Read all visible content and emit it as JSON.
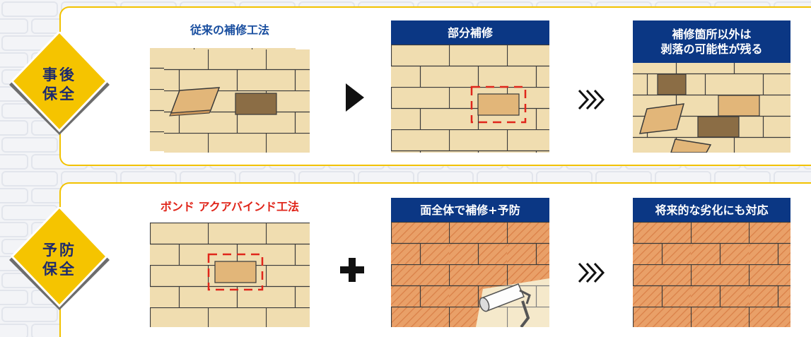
{
  "rows": [
    {
      "badge_line1": "事後",
      "badge_line2": "保全",
      "step1_caption": "従来の補修工法",
      "step2_banner": "部分補修",
      "step3_banner_line1": "補修箇所以外は",
      "step3_banner_line2": "剥落の可能性が残る"
    },
    {
      "badge_line1": "予防",
      "badge_line2": "保全",
      "step1_caption": "ボンド アクアバインド工法",
      "step2_banner": "面全体で補修+予防",
      "step3_banner": "将来的な劣化にも対応"
    }
  ],
  "colors": {
    "badge": "#f5c400",
    "banner": "#0b3784",
    "brick": "#f0ddb0",
    "brick_coated": "#e9a068",
    "damaged_brick": "#8b6d45",
    "repaired_brick": "#e2b679",
    "dashed_frame": "#e0261b",
    "row_border": "#f2c200"
  },
  "icons": [
    "play-arrow-icon",
    "triple-chevron-icon",
    "plus-icon",
    "paint-roller-icon"
  ]
}
